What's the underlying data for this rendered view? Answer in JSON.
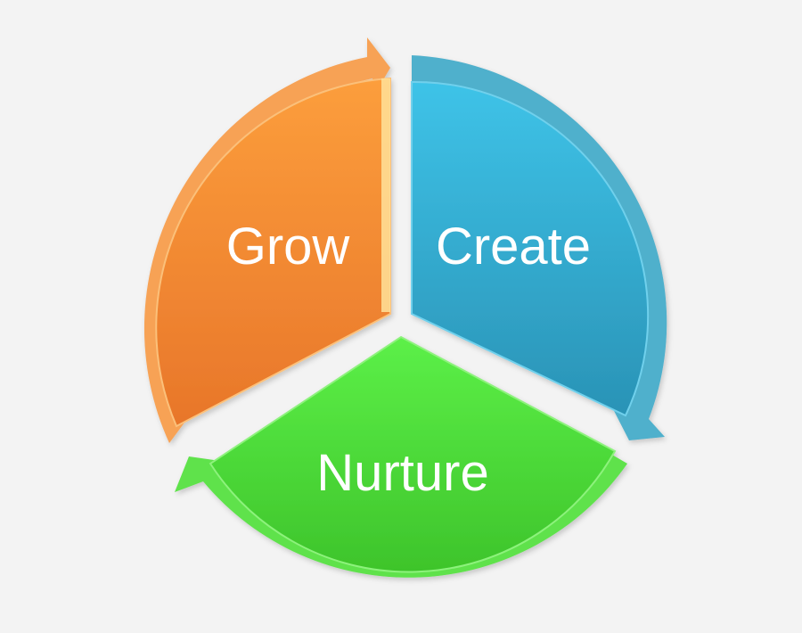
{
  "diagram": {
    "type": "cycle",
    "segments": [
      {
        "id": "grow",
        "label": "Grow",
        "color": "#f58a2b",
        "arrow_color": "#f7a255"
      },
      {
        "id": "create",
        "label": "Create",
        "color": "#35b2d8",
        "arrow_color": "#4fb0cc"
      },
      {
        "id": "nurture",
        "label": "Nurture",
        "color": "#47d833",
        "arrow_color": "#5fe24c"
      }
    ],
    "background": "#f3f3f3"
  }
}
